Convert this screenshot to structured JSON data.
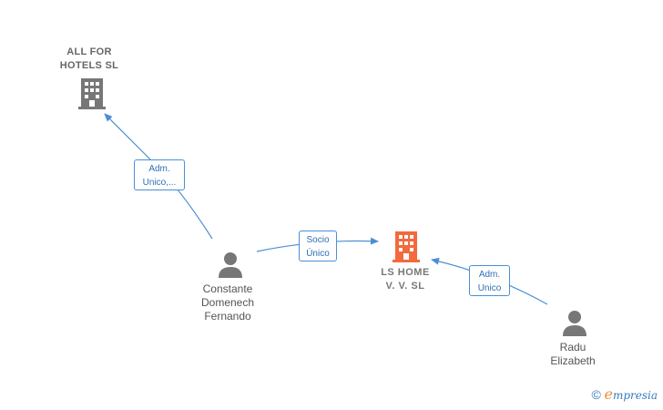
{
  "nodes": {
    "all_for_hotels": {
      "line1": "ALL FOR",
      "line2": "HOTELS  SL",
      "icon": "building-icon",
      "color": "#777777"
    },
    "ls_home": {
      "line1": "LS HOME",
      "line2": "V. V.  SL",
      "icon": "building-icon",
      "color": "#f26a3d"
    },
    "constante": {
      "line1": "Constante",
      "line2": "Domenech",
      "line3": "Fernando",
      "icon": "person-icon"
    },
    "radu": {
      "line1": "Radu",
      "line2": "Elizabeth",
      "icon": "person-icon"
    }
  },
  "edges": {
    "adm_unico_1": {
      "line1": "Adm.",
      "line2": "Unico,..."
    },
    "socio_unico": {
      "line1": "Socio",
      "line2": "Único"
    },
    "adm_unico_2": {
      "line1": "Adm.",
      "line2": "Unico"
    }
  },
  "brand": {
    "copyright": "©",
    "e": "e",
    "name": "mpresia"
  },
  "colors": {
    "edge": "#4a8fd4",
    "icon_gray": "#777777",
    "icon_orange": "#f26a3d"
  }
}
